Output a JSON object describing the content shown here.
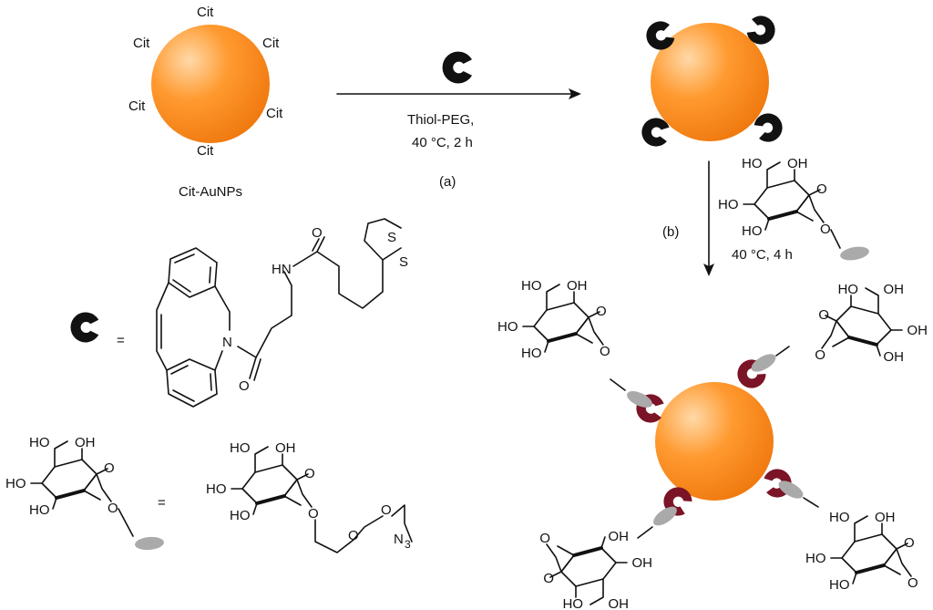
{
  "labels": {
    "cit": "Cit",
    "cit_aunps": "Cit-AuNPs",
    "step_a_reagent": "Thiol-PEG,",
    "step_a_conditions": "40 °C, 2 h",
    "step_a_tag": "(a)",
    "step_b_conditions": "40 °C, 4 h",
    "step_b_tag": "(b)",
    "equals": "=",
    "ho": "HO",
    "oh": "OH",
    "o": "O",
    "hn": "HN",
    "n": "N",
    "s": "S",
    "n3": "N",
    "n3_sub": "3"
  },
  "colors": {
    "gold_center": "#ffd29a",
    "gold_mid": "#ff9a33",
    "gold_edge": "#f07c12",
    "linker_black": "#111111",
    "linker_maroon": "#7a1426",
    "azide_grey": "#aaaaaa"
  }
}
